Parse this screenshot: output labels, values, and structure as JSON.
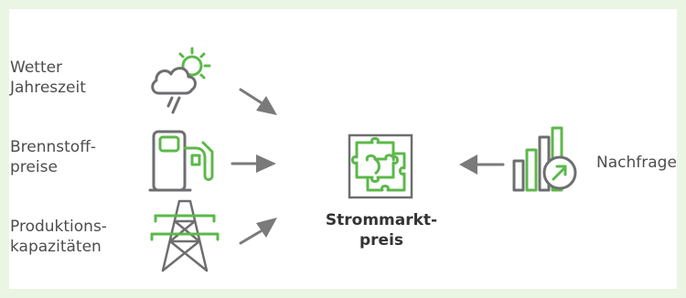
{
  "inputs": [
    {
      "label": "Wetter\nJahreszeit",
      "icon": "weather-icon"
    },
    {
      "label": "Brennstoff-\npreise",
      "icon": "fuel-pump-icon"
    },
    {
      "label": "Produktions-\nkapazitäten",
      "icon": "power-pylon-icon"
    }
  ],
  "output": {
    "label": "Nachfrage",
    "icon": "demand-chart-icon"
  },
  "center": {
    "label": "Strommarkt-\npreis",
    "icon": "puzzle-icon"
  },
  "colors": {
    "accent_green": "#5cb84a",
    "icon_gray": "#6d6e70",
    "arrow_gray": "#7a7a7a",
    "frame": "#eaf5e4"
  }
}
